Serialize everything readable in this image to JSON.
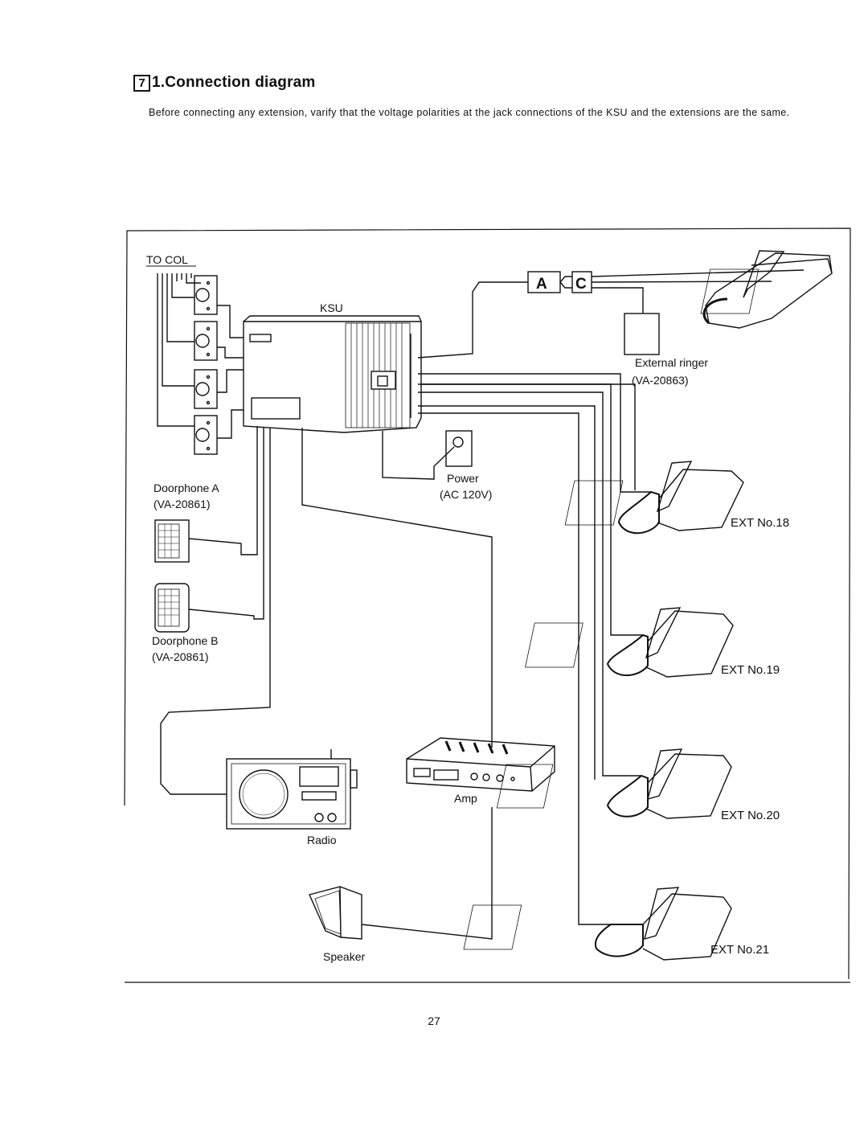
{
  "header": {
    "section_number": "7",
    "title": "1.Connection diagram"
  },
  "intro": "Before connecting any extension, varify that the voltage polarities at the jack connections of the KSU and the extensions are the same.",
  "diagram": {
    "to_col": "TO COL",
    "ksu": "KSU",
    "adapter_a": "A",
    "adapter_c": "C",
    "external_ringer": "External ringer",
    "external_ringer_model": "(VA-20863)",
    "power": "Power",
    "power_spec": "(AC 120V)",
    "doorphone_a": "Doorphone A",
    "doorphone_a_model": "(VA-20861)",
    "doorphone_b": "Doorphone B",
    "doorphone_b_model": "(VA-20861)",
    "amp": "Amp",
    "radio": "Radio",
    "speaker": "Speaker",
    "ext_18": "EXT No.18",
    "ext_19": "EXT No.19",
    "ext_20": "EXT No.20",
    "ext_21": "EXT No.21"
  },
  "page_number": "27"
}
